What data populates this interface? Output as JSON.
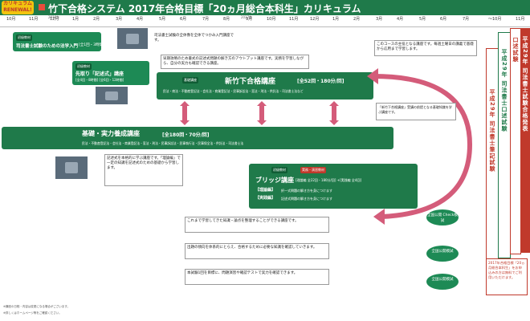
{
  "header": {
    "renewal_badge": "カリキュラム RENEWAL!",
    "title": "竹下合格システム 2017年合格目標「20ヵ月総合本科生」カリキュラム"
  },
  "timeline": {
    "year_2016": "2016年",
    "year_2017": "2017年",
    "months": [
      "10月",
      "11月",
      "12月",
      "1月",
      "2月",
      "3月",
      "4月",
      "5月",
      "6月",
      "7月",
      "8月",
      "9月",
      "10月",
      "11月",
      "12月",
      "1月",
      "2月",
      "3月",
      "4月",
      "5月",
      "6月",
      "7月",
      "〜10月",
      "11月"
    ]
  },
  "intro": {
    "tag": "初級教材",
    "title": "司法書士試験のための法学入門",
    "sub": "[全1回・3時間]",
    "desc": "司法書士試験の全体像を全体でつかみ入門講座です。"
  },
  "senko": {
    "tag": "初級教材",
    "title": "先取り「記述式」講座",
    "sub": "[全4回・8時間] [全6回・12時間]",
    "desc": "早期攻略のため書式の記述式問題の解き方のアウトプット講座です。実務を学習しながら、自分の実力も確認できる講座。"
  },
  "shinnkachou": {
    "tag": "基礎講座",
    "title": "新竹下合格講座",
    "count": "[全52回・180分/回]",
    "sub": "民法・商法・不動産登記法・会社法・商業登記法・民事訴訟法・憲法・刑法・供託法・司法書士法など"
  },
  "kiso": {
    "title": "基礎・実力養成講座",
    "count": "[全180回・70分/回]",
    "sub": "民法・不動産登記法・会社法・商業登記法・憲法・刑法・民事訴訟法・民事執行法・民事保全法・供託法・司法書士法"
  },
  "bridge": {
    "tag1": "初級教材",
    "tag2": "実務・演習教材",
    "title": "ブリッジ講座",
    "count": "[理論編 全22回・180分/回] +[実践編 全4回]",
    "riron_label": "【理論編】",
    "riron": "択一式問題の解き方を身につけます",
    "jissen_label": "【実践編】",
    "jissen": "記述式問題の解き方を身につけます"
  },
  "notes": {
    "n1": "このコースの主役となる講座です。毎週土曜日の講義で基礎から応用まで学習します。",
    "n2": "「新竹下合格講座」受講の前提となる基礎知識を学ぶ講座です。",
    "n3": "記述式を本格的に学ぶ講座です。「理論編」で一定の知識を記述式のための基礎から学習します。",
    "n4": "これまで学習してきた知識・論点を整理することができる講座です。",
    "n5": "出題の傾向を体系的にとらえ、合格するために必要な知識を確認していきます。",
    "n6": "本試験1回を目標に、問題演習や確認テストで実力を確認できます。"
  },
  "right_panels": {
    "p1": "平成29年 司法書士筆記試験",
    "p2": "平成29年 司法書士口述試験",
    "p3": "口述試験",
    "p4": "平成29年 司法書士試験合格発表"
  },
  "bubbles": {
    "b1": "全国公開 Check模試",
    "b2": "全国公開模試",
    "b3": "全国公開模試"
  },
  "promo": {
    "text": "2017年合格目標「20ヵ月総合本科生」をお申込みの方は無料でご利用いただけます。"
  },
  "footnotes": {
    "f1": "※講座の日程・内容は変更になる場合がございます。",
    "f2": "※詳しくはホームページ等をご確認ください。"
  },
  "colors": {
    "green_dark": "#1f7a4a",
    "green": "#1d8a55",
    "red": "#c0392b",
    "pink_arrow": "#d45c7a"
  }
}
